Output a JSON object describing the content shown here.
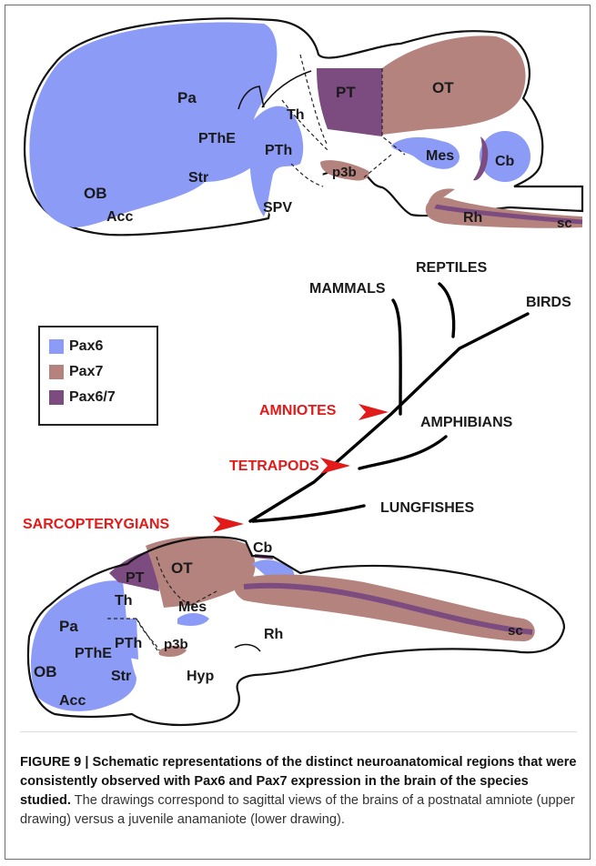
{
  "colors": {
    "pax6": "#8C9BF6",
    "pax7": "#B5837D",
    "pax67": "#7C4B7F",
    "arrow": "#E21A1A"
  },
  "legend": {
    "items": [
      {
        "label": "Pax6"
      },
      {
        "label": "Pax7"
      },
      {
        "label": "Pax6/7"
      }
    ]
  },
  "upper_brain": {
    "labels": {
      "pa": "Pa",
      "pthe": "PThE",
      "str": "Str",
      "ob": "OB",
      "acc": "Acc",
      "pth": "PTh",
      "th": "Th",
      "spv": "SPV",
      "pt": "PT",
      "ot": "OT",
      "p3b": "p3b",
      "mes": "Mes",
      "cb": "Cb",
      "rh": "Rh",
      "sc": "sc"
    }
  },
  "tree": {
    "taxa": {
      "reptiles": "REPTILES",
      "mammals": "MAMMALS",
      "birds": "BIRDS",
      "amphibians": "AMPHIBIANS",
      "lungfishes": "LUNGFISHES"
    },
    "nodes": {
      "amniotes": "AMNIOTES",
      "tetrapods": "TETRAPODS",
      "sarcopterygians": "SARCOPTERYGIANS"
    }
  },
  "lower_brain": {
    "labels": {
      "cb": "Cb",
      "pt": "PT",
      "ot": "OT",
      "th": "Th",
      "mes": "Mes",
      "pa": "Pa",
      "pth": "PTh",
      "p3b": "p3b",
      "rh": "Rh",
      "sc": "sc",
      "pthe": "PThE",
      "str": "Str",
      "ob": "OB",
      "hyp": "Hyp",
      "acc": "Acc"
    }
  },
  "caption": {
    "label": "FIGURE 9 | Schematic representations of the distinct neuroanatomical regions that were consistently observed with Pax6 and Pax7 expression in the brain of the species studied.",
    "body": " The drawings correspond to sagittal views of the brains of a postnatal amniote (upper drawing) versus a juvenile anamaniote (lower drawing)."
  }
}
